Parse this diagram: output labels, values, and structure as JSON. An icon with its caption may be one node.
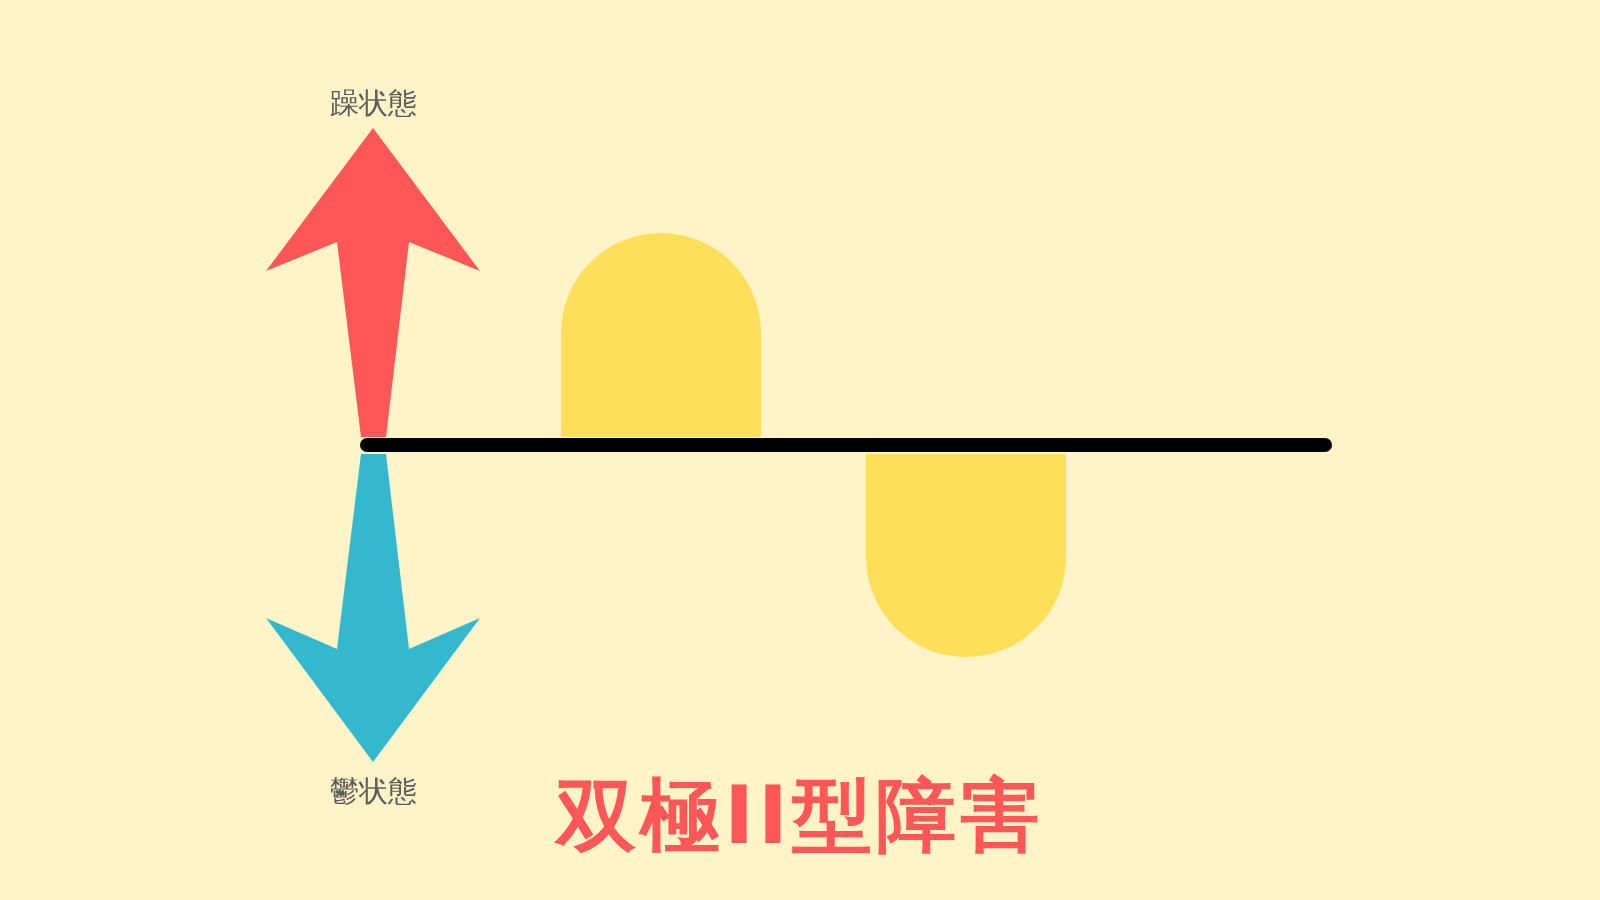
{
  "diagram": {
    "title": "双極II型障害",
    "nodes": [
      {
        "text": [],
        "shape": "bar"
      },
      {
        "text": [],
        "shape": "bar"
      }
    ],
    "labels": [
      "躁状態",
      "鬱状態"
    ]
  }
}
